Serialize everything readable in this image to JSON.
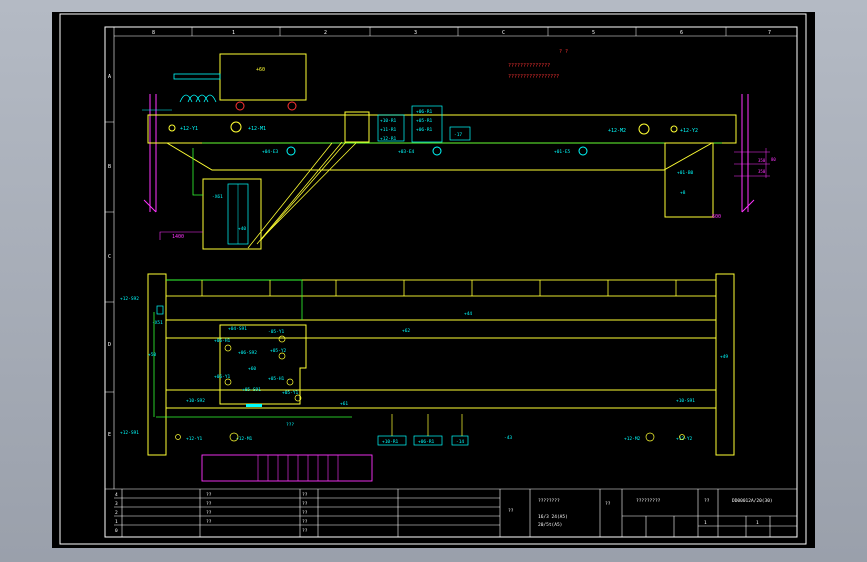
{
  "drawing": {
    "frame_cols": [
      "8",
      "1",
      "2",
      "3",
      "C",
      "5",
      "6",
      "7"
    ],
    "frame_rows": [
      "A",
      "B",
      "C",
      "D",
      "E"
    ],
    "title_notes": [
      "? ?",
      "??????????????",
      "?????????????????"
    ]
  },
  "top_view": {
    "trolley": "+60",
    "bridge_left": [
      "+12-Y1",
      "+12-M1"
    ],
    "bridge_right": [
      "+12-M2",
      "+12-Y2"
    ],
    "panels": [
      "+10-R1",
      "+06-R1",
      "+11-R1",
      "+05-R1",
      "+12-R1",
      "+06-R1"
    ],
    "box_17": "-17",
    "lamps": [
      "+04-E3",
      "+03-E4",
      "+01-E5"
    ],
    "cab_labels": [
      "-X61",
      "+40"
    ],
    "right_end": [
      "+01-B0",
      "+8"
    ],
    "dim_left": "1400",
    "dim_right": "600",
    "dim_vertical": [
      "350",
      "350",
      "80"
    ]
  },
  "plan_view": {
    "left_switch": "+12-S92",
    "left_sensor": "-X51",
    "left_mid": "+50",
    "left_bottom": "+12-S91",
    "right_mid": "+49",
    "girder": "+44",
    "rail": "+62",
    "walkway": "+61",
    "bottom_rail": "-43",
    "unit_labels": [
      "+04-S91",
      "-05-Y1",
      "+06-H1",
      "+06-S92",
      "+05-Y2",
      "+60",
      "+06-Y1",
      "+05-H1",
      "+05-S91",
      "+05-Y1"
    ],
    "limit_left": "+10-S92",
    "limit_right": "+10-S91",
    "motors_left": [
      "+12-Y1",
      "+12-M1"
    ],
    "motors_right": [
      "+12-M2",
      "+12-Y2"
    ],
    "bottom_boxes": [
      "+10-R1",
      "+06-R1",
      "-14"
    ],
    "note": "???"
  },
  "title_block": {
    "rev_marks": [
      "4",
      "3",
      "2",
      "1",
      "0"
    ],
    "rev_text": [
      "??",
      "??",
      "??",
      "??"
    ],
    "center_left": "??",
    "project": [
      "????????",
      "16/3 24(A5)",
      "20/5t(A5)"
    ],
    "role": "??",
    "company": "?????????",
    "code_label": "??",
    "drawing_no": "DD00012A/20(30)",
    "grid_q": [
      "??",
      "??",
      "??",
      "??",
      "??"
    ],
    "grid_small": [
      "1",
      "1"
    ]
  },
  "colors": {
    "frame": "#ffffff",
    "structure": "#ffff33",
    "text": "#00ffff",
    "wiring": "#33ff33",
    "highlight": "#ff33ff",
    "trolley_red": "#ff3333"
  }
}
